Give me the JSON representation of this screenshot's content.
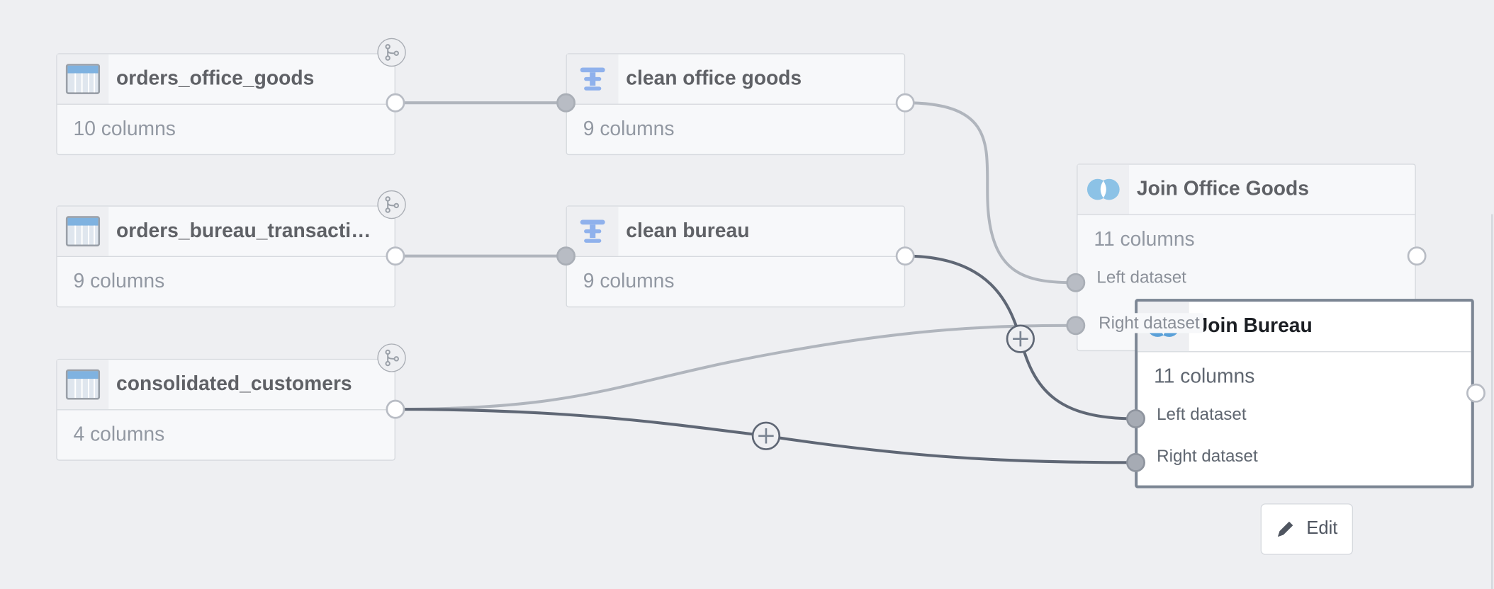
{
  "nodes": {
    "orders_office_goods": {
      "title": "orders_office_goods",
      "columns": "10 columns"
    },
    "orders_bureau": {
      "title": "orders_bureau_transacti…",
      "columns": "9 columns"
    },
    "consolidated_customers": {
      "title": "consolidated_customers",
      "columns": "4 columns"
    },
    "clean_office_goods": {
      "title": "clean office goods",
      "columns": "9 columns"
    },
    "clean_bureau": {
      "title": "clean bureau",
      "columns": "9 columns"
    },
    "join_office_goods": {
      "title": "Join Office Goods",
      "columns": "11 columns",
      "left": "Left dataset",
      "right": "Right dataset"
    },
    "join_bureau": {
      "title": "Join Bureau",
      "columns": "11 columns",
      "left": "Left dataset",
      "right": "Right dataset"
    }
  },
  "edit_button": {
    "label": "Edit"
  },
  "colors": {
    "accent": "#5aa0d8",
    "edge_light": "#b0b5bd",
    "edge_dark": "#5f6775",
    "selected_border": "#7b8593"
  }
}
